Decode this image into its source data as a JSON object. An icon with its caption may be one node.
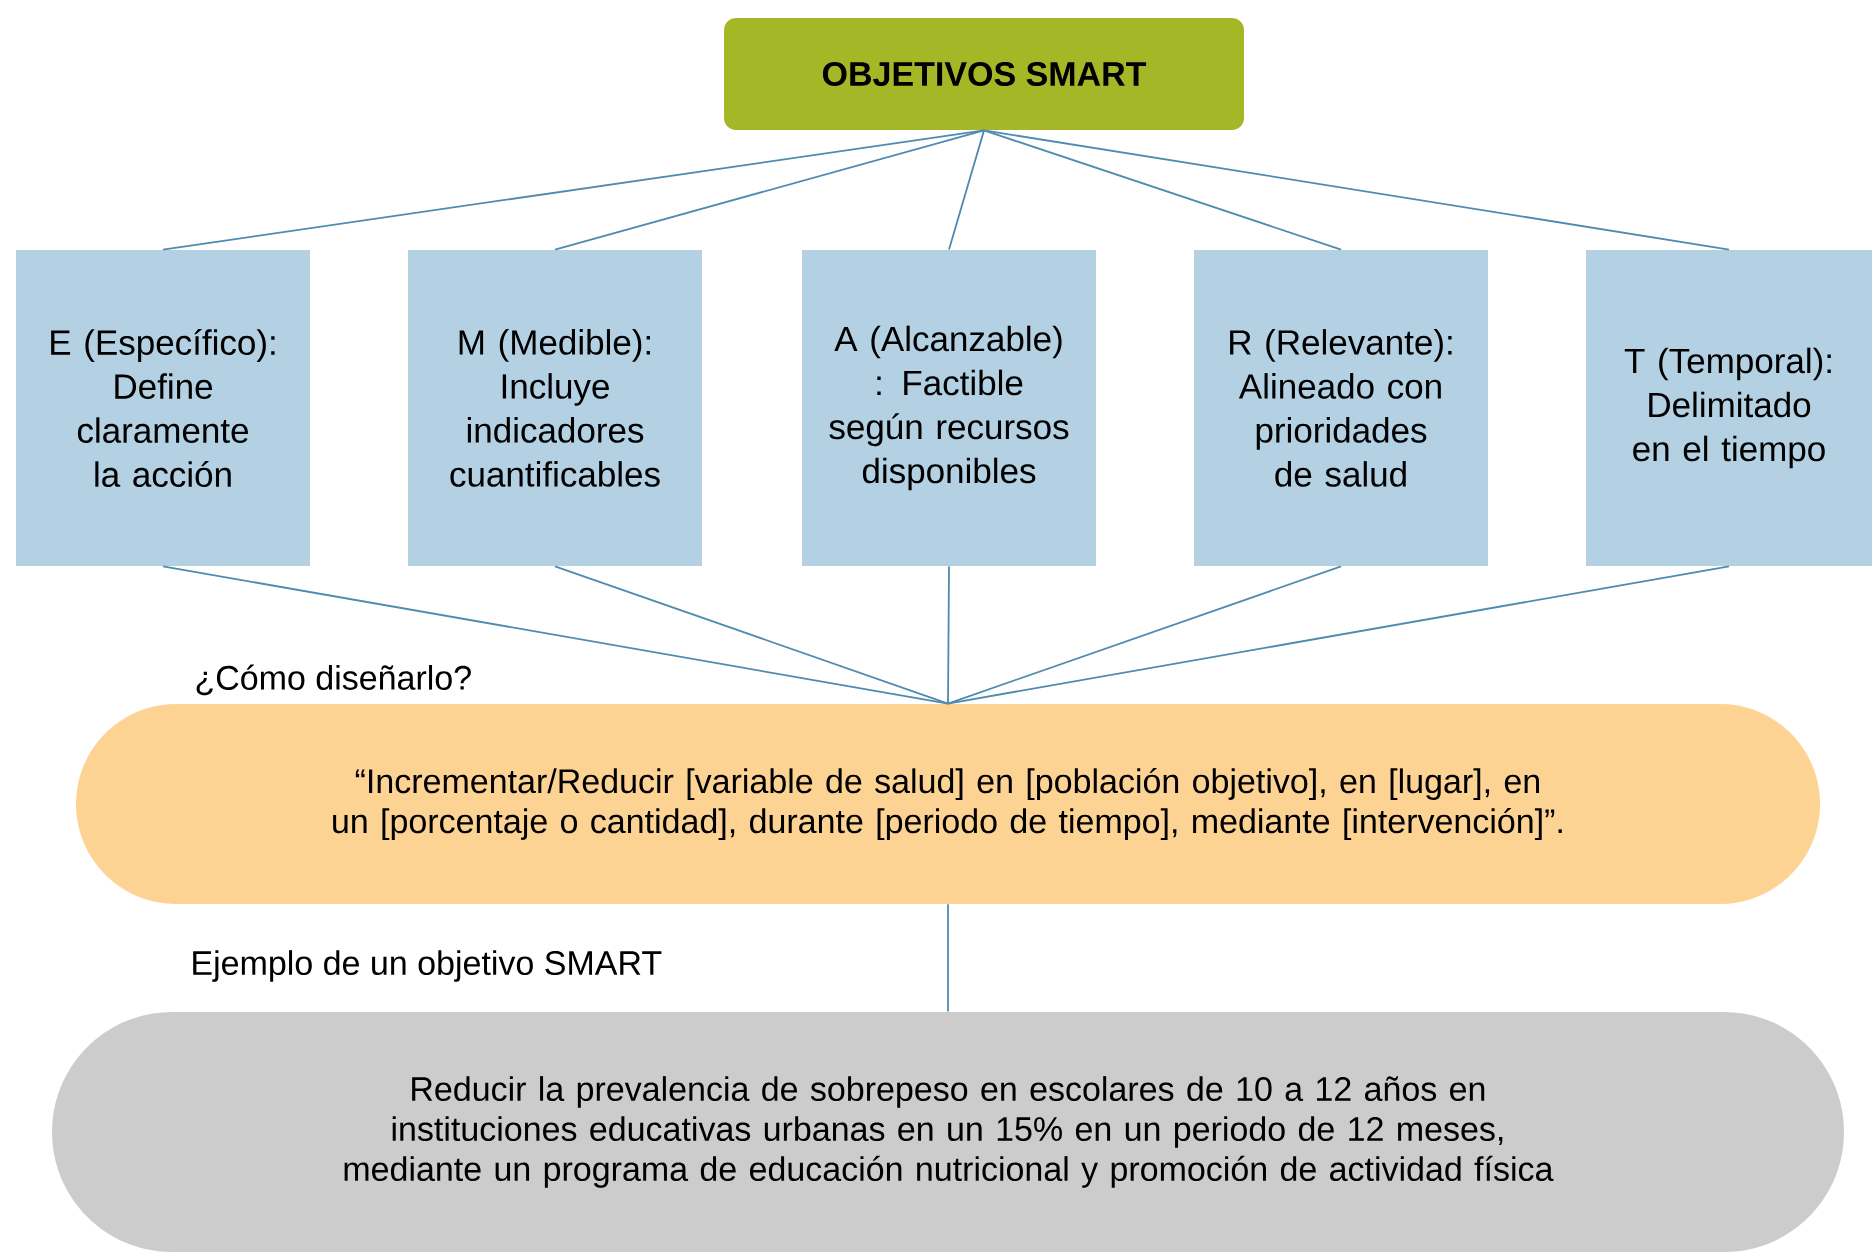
{
  "diagram": {
    "nodes": [
      {
        "text": [
          "OBJETIVOS SMART"
        ]
      },
      {
        "text": [
          "E (Específico): Define claramente la acción"
        ]
      },
      {
        "text": [
          "M (Medible): Incluye indicadores cuantificables"
        ]
      },
      {
        "text": [
          "A (Alcanzable) : Factible según recursos disponibles"
        ]
      },
      {
        "text": [
          "R (Relevante): Alineado con prioridades de salud"
        ]
      },
      {
        "text": [
          "T (Temporal): Delimitado en el tiempo"
        ]
      },
      {
        "text": [
          "“Incrementar/Reducir [variable de salud] en [población objetivo], en [lugar], en un [porcentaje o cantidad], durante [periodo de tiempo], mediante [intervención]”."
        ]
      },
      {
        "text": [
          "Reducir la prevalencia de sobrepeso en escolares de 10 a 12 años en instituciones educativas urbanas en un 15% en un periodo de 12 meses, mediante un programa de educación nutricional y promoción de actividad física"
        ]
      }
    ],
    "edges": [
      {
        "from": 0,
        "to": 1,
        "arrow": "none"
      },
      {
        "from": 0,
        "to": 2,
        "arrow": "none"
      },
      {
        "from": 0,
        "to": 3,
        "arrow": "none"
      },
      {
        "from": 0,
        "to": 4,
        "arrow": "none"
      },
      {
        "from": 0,
        "to": 5,
        "arrow": "none"
      },
      {
        "from": 1,
        "to": 6,
        "arrow": "none"
      },
      {
        "from": 2,
        "to": 6,
        "arrow": "none"
      },
      {
        "from": 3,
        "to": 6,
        "arrow": "none"
      },
      {
        "from": 4,
        "to": 6,
        "arrow": "none"
      },
      {
        "from": 5,
        "to": 6,
        "arrow": "none"
      },
      {
        "from": 6,
        "to": 7,
        "arrow": "none"
      }
    ],
    "labels": [
      "¿Cómo diseñarlo?",
      "Ejemplo de un objetivo SMART"
    ]
  }
}
